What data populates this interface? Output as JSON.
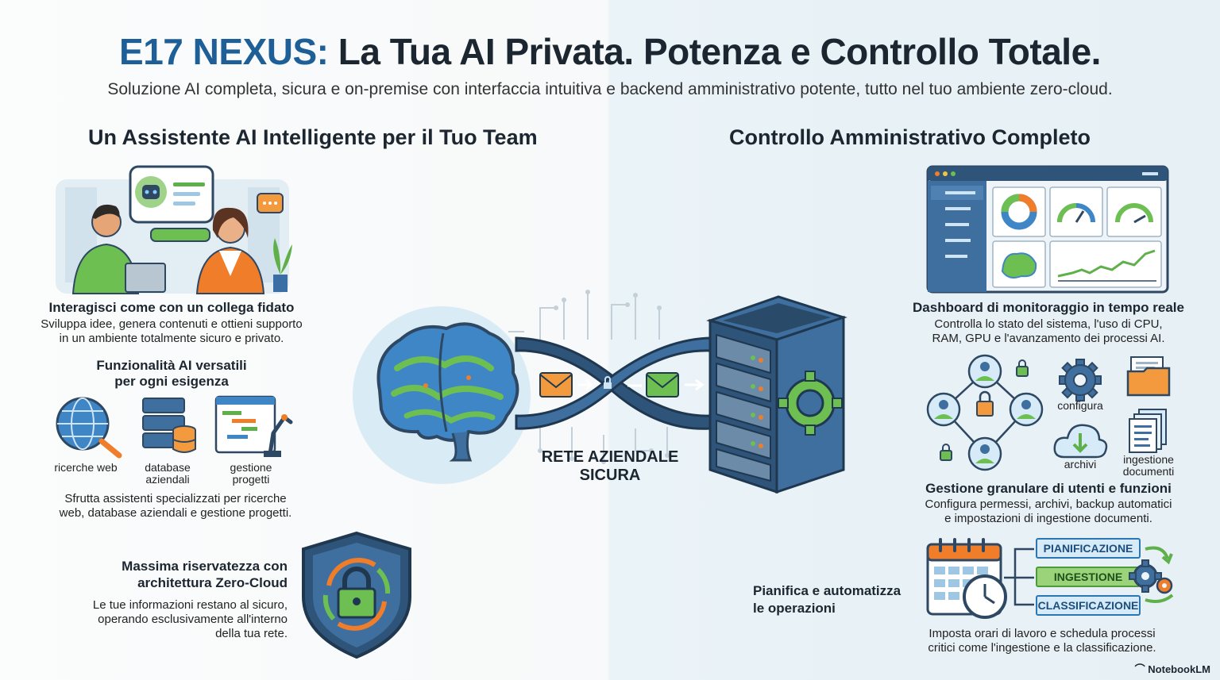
{
  "header": {
    "title_brand": "E17 NEXUS:",
    "title_rest": "La Tua AI Privata. Potenza e Controllo Totale.",
    "subtitle": "Soluzione AI completa, sicura e on-premise con interfaccia intuitiva e backend amministrativo potente, tutto nel tuo ambiente zero-cloud."
  },
  "left": {
    "heading": "Un Assistente AI Intelligente per il Tuo Team",
    "collega": {
      "title": "Interagisci come con un collega fidato",
      "body_line1": "Sviluppa idee, genera contenuti e ottieni supporto",
      "body_line2": "in un ambiente totalmente sicuro e privato."
    },
    "funzionalita": {
      "title_line1": "Funzionalità AI versatili",
      "title_line2": "per ogni esigenza",
      "items": [
        {
          "label_line1": "ricerche web",
          "label_line2": ""
        },
        {
          "label_line1": "database",
          "label_line2": "aziendali"
        },
        {
          "label_line1": "gestione",
          "label_line2": "progetti"
        }
      ],
      "body_line1": "Sfrutta assistenti specializzati per ricerche",
      "body_line2": "web, database aziendali e gestione progetti."
    },
    "riservatezza": {
      "title_line1": "Massima riservatezza con",
      "title_line2": "architettura Zero-Cloud",
      "body_line1": "Le tue informazioni restano al sicuro,",
      "body_line2": "operando esclusivamente all'interno",
      "body_line3": "della tua rete."
    }
  },
  "center": {
    "network_label_line1": "RETE AZIENDALE",
    "network_label_line2": "SICURA"
  },
  "right": {
    "heading": "Controllo Amministrativo Completo",
    "dashboard": {
      "title": "Dashboard di monitoraggio in tempo reale",
      "body_line1": "Controlla lo stato del sistema, l'uso di CPU,",
      "body_line2": "RAM, GPU e l'avanzamento dei processi AI."
    },
    "gestione": {
      "label_configura": "configura",
      "label_archivi": "archivi",
      "label_ingestione_line1": "ingestione",
      "label_ingestione_line2": "documenti",
      "title": "Gestione granulare di utenti e funzioni",
      "body_line1": "Configura permessi, archivi, backup automatici",
      "body_line2": "e impostazioni di ingestione documenti."
    },
    "pianifica": {
      "title_line1": "Pianifica e automatizza",
      "title_line2": "le operazioni",
      "steps": [
        "PIANIFICAZIONE",
        "INGESTIONE",
        "CLASSIFICAZIONE"
      ],
      "body_line1": "Imposta orari di lavoro e schedula processi",
      "body_line2": "critici come l'ingestione e la classificazione."
    }
  },
  "footer": {
    "watermark": "NotebookLM"
  },
  "colors": {
    "brand_blue": "#1f5f98",
    "green": "#5fb04a",
    "navy": "#2e4863",
    "orange": "#e8872a"
  }
}
